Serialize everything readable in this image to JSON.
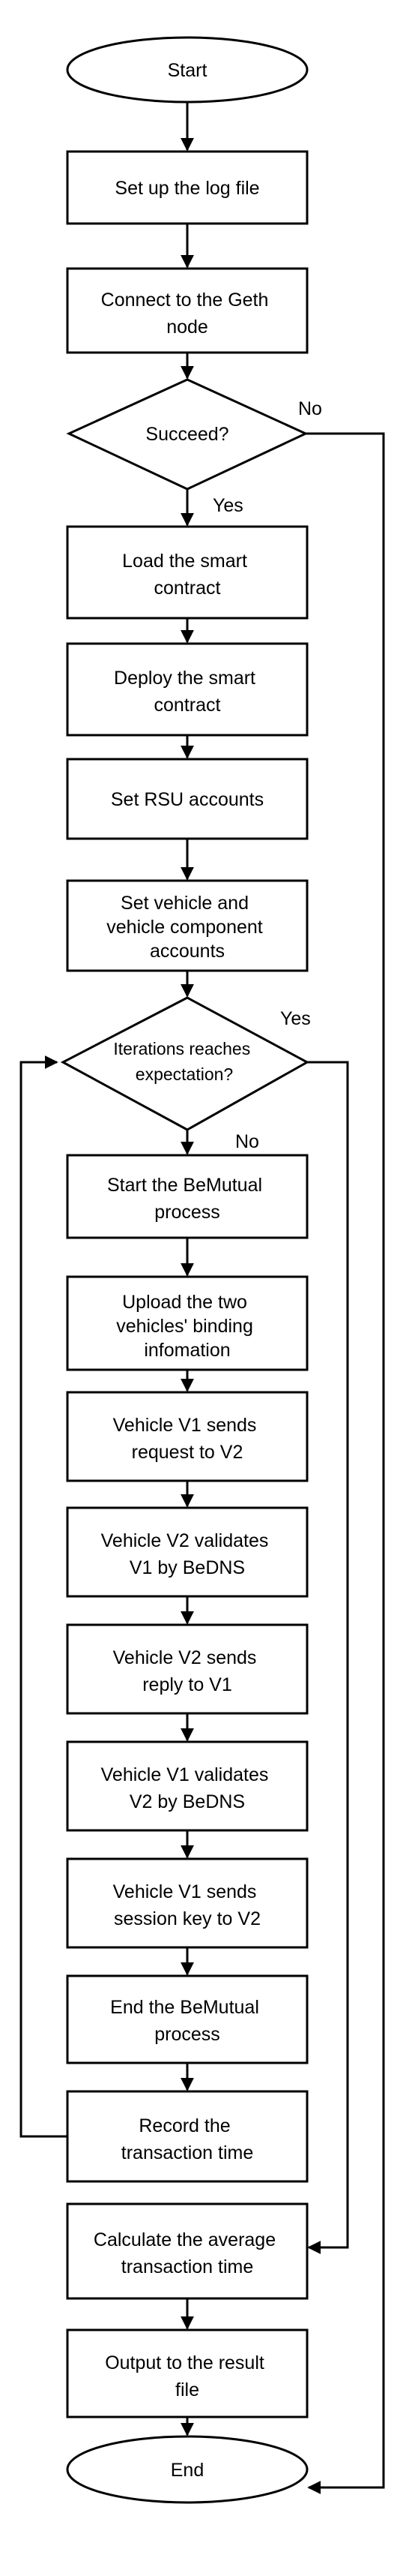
{
  "nodes": {
    "start": "Start",
    "log_file": "Set up the log file",
    "connect": [
      "Connect to the Geth",
      "node"
    ],
    "succeed": "Succeed?",
    "load": [
      "Load the smart",
      "contract"
    ],
    "deploy": [
      "Deploy the smart",
      "contract"
    ],
    "rsu": "Set RSU accounts",
    "vehicle_accounts": [
      "Set vehicle and",
      "vehicle component",
      "accounts"
    ],
    "iterations": [
      "Iterations reaches",
      "expectation?"
    ],
    "start_bemutual": [
      "Start the BeMutual",
      "process"
    ],
    "upload": [
      "Upload the two",
      "vehicles' binding",
      "infomation"
    ],
    "v1_request": [
      "Vehicle V1 sends",
      "request to V2"
    ],
    "v2_validates": [
      "Vehicle V2 validates",
      "V1 by BeDNS"
    ],
    "v2_reply": [
      "Vehicle V2 sends",
      "reply to V1"
    ],
    "v1_validates": [
      "Vehicle V1 validates",
      "V2 by BeDNS"
    ],
    "v1_session": [
      "Vehicle V1 sends",
      "session key to V2"
    ],
    "end_bemutual": [
      "End the BeMutual",
      "process"
    ],
    "record": [
      "Record the",
      "transaction time"
    ],
    "average": [
      "Calculate the average",
      "transaction time"
    ],
    "output": [
      "Output to the result",
      "file"
    ],
    "end": "End"
  },
  "labels": {
    "succeed_no": "No",
    "succeed_yes": "Yes",
    "iter_yes": "Yes",
    "iter_no": "No"
  }
}
